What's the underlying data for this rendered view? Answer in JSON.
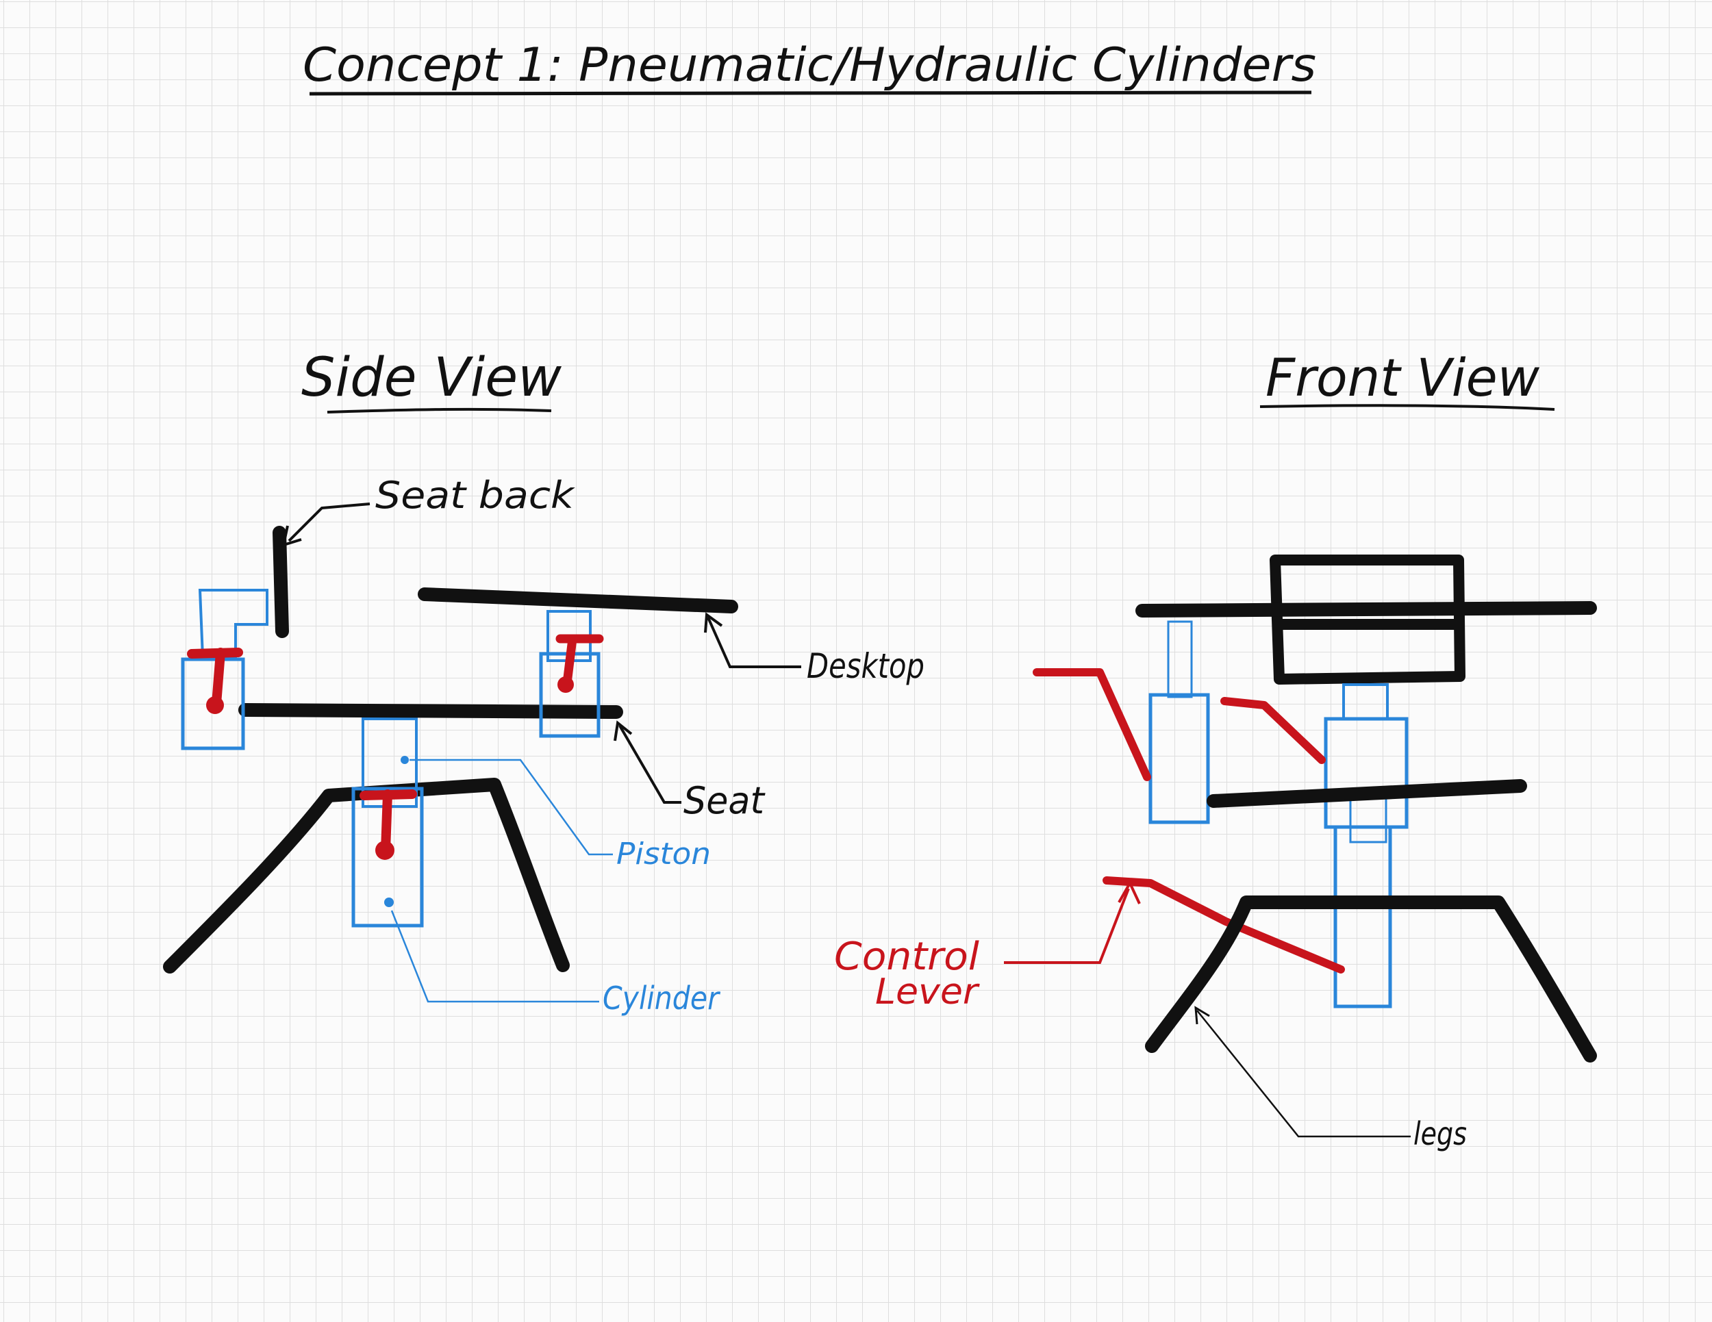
{
  "title": "Concept 1: Pneumatic/Hydraulic Cylinders",
  "side_view": {
    "heading": "Side View",
    "labels": {
      "seat_back": "Seat back",
      "desktop": "Desktop",
      "seat": "Seat",
      "piston": "Piston",
      "cylinder": "Cylinder"
    }
  },
  "front_view": {
    "heading": "Front View",
    "labels": {
      "control_lever_line1": "Control",
      "control_lever_line2": "Lever",
      "legs": "legs"
    }
  },
  "colors": {
    "structure": "#111111",
    "cylinders": "#2a86da",
    "levers": "#c8141c",
    "grid": "#dedede"
  }
}
